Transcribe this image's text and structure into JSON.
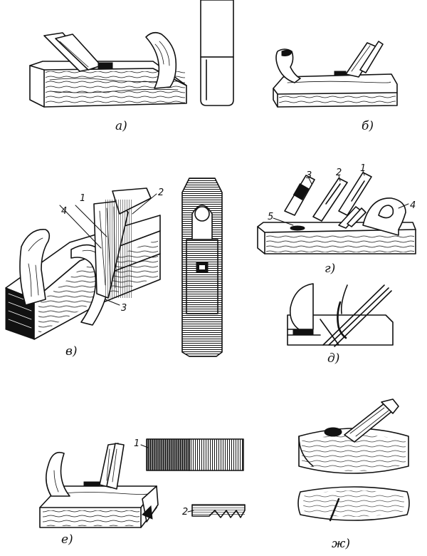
{
  "captions": {
    "a": "а)",
    "b": "б)",
    "v": "в)",
    "g": "г)",
    "d": "д)",
    "e": "е)",
    "zh": "ж)"
  },
  "labels_v": {
    "n1": "1",
    "n2": "2",
    "n3": "3",
    "n4": "4"
  },
  "labels_g": {
    "n1": "1",
    "n2": "2",
    "n3": "3",
    "n4": "4",
    "n5": "5"
  },
  "labels_e": {
    "n1": "1",
    "n2": "2"
  }
}
